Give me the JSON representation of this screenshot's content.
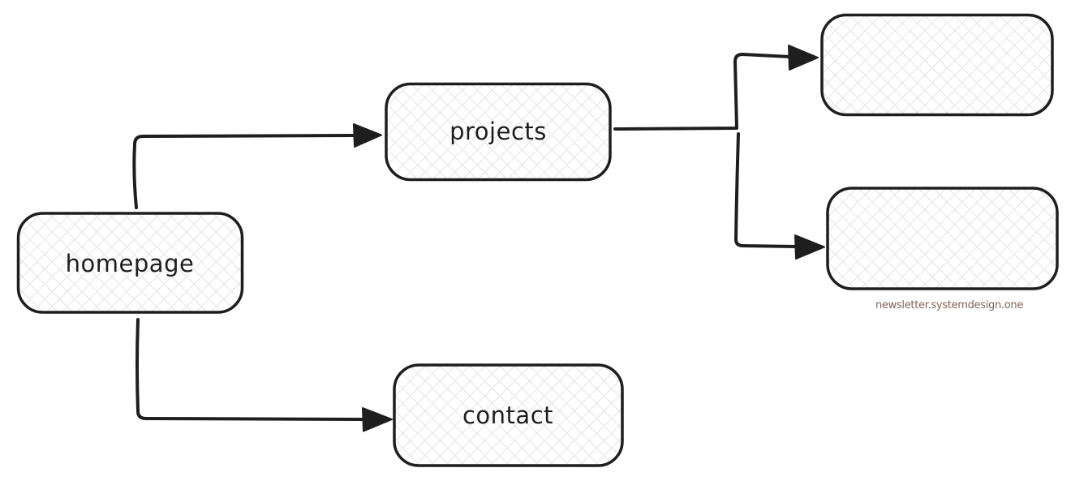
{
  "diagram": {
    "type": "sitemap-flowchart",
    "nodes": [
      {
        "id": "homepage",
        "label": "homepage"
      },
      {
        "id": "projects",
        "label": "projects"
      },
      {
        "id": "contact",
        "label": "contact"
      },
      {
        "id": "untitled-top-right",
        "label": ""
      },
      {
        "id": "untitled-bottom-right",
        "label": ""
      }
    ],
    "edges": [
      {
        "from": "homepage",
        "to": "projects"
      },
      {
        "from": "homepage",
        "to": "contact"
      },
      {
        "from": "projects",
        "to": "untitled-top-right"
      },
      {
        "from": "projects",
        "to": "untitled-bottom-right"
      }
    ],
    "watermark": "newsletter.systemdesign.one",
    "colors": {
      "stroke": "#1e1e1e",
      "hatch": "#e8eaed",
      "watermark": "#846358",
      "background": "#ffffff"
    }
  }
}
